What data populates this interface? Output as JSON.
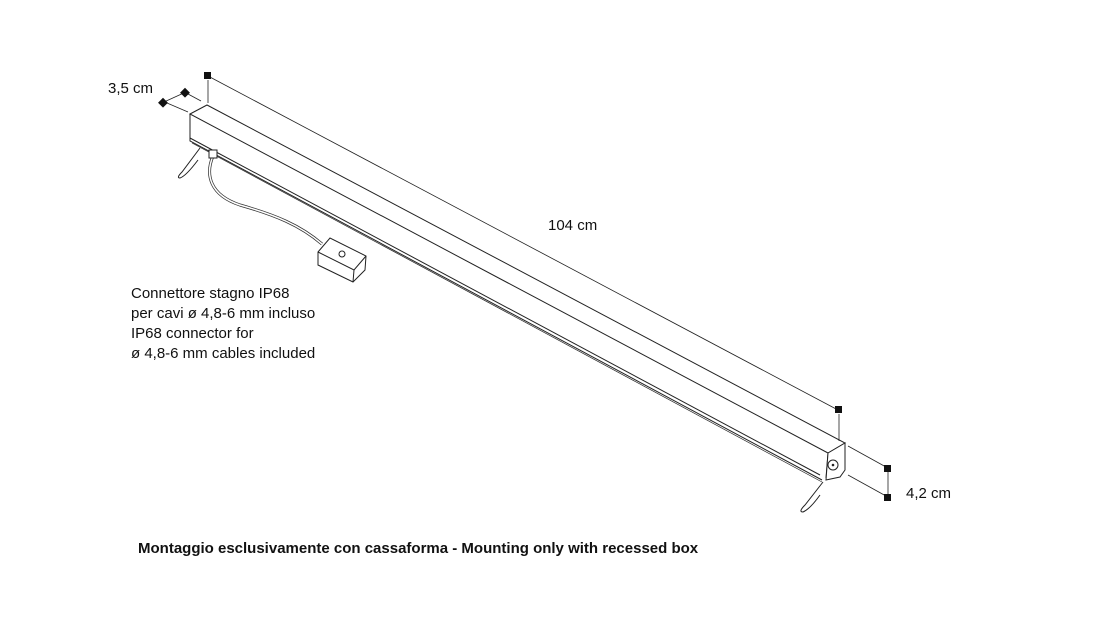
{
  "dimensions": {
    "width_label": "3,5 cm",
    "length_label": "104 cm",
    "height_label": "4,2 cm"
  },
  "connector_note": {
    "line1": "Connettore stagno IP68",
    "line2": "per cavi ø 4,8-6 mm incluso",
    "line3": "IP68 connector for",
    "line4": "ø 4,8-6 mm cables included"
  },
  "caption": "Montaggio esclusivamente con cassaforma - Mounting only with recessed box"
}
